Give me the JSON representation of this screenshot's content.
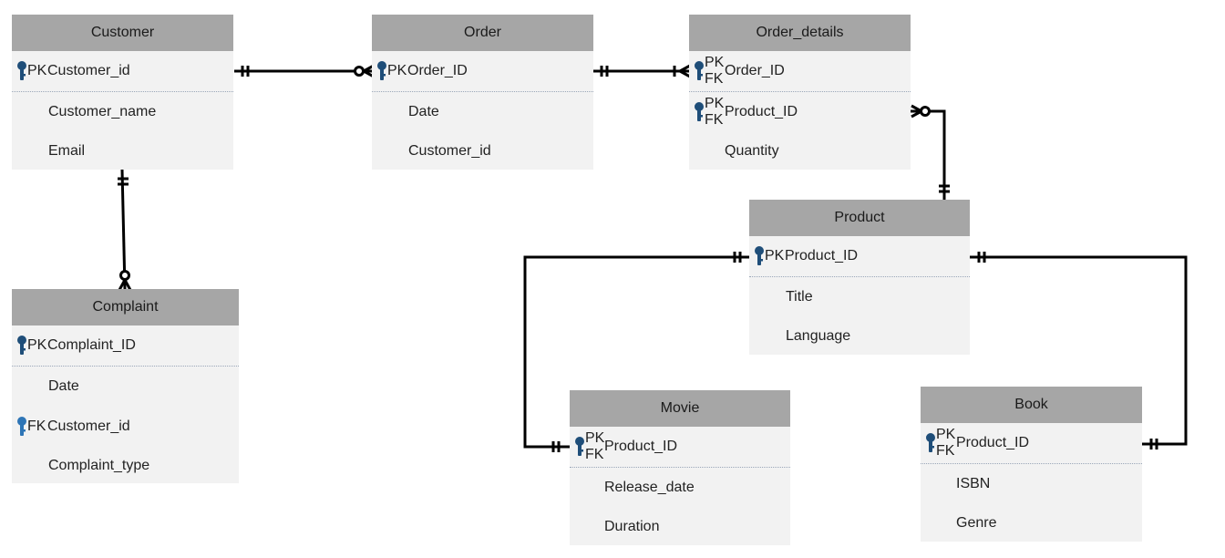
{
  "entities": {
    "customer": {
      "title": "Customer",
      "attrs": [
        {
          "key": "PK",
          "name": "Customer_id"
        },
        {
          "name": "Customer_name"
        },
        {
          "name": "Email"
        }
      ]
    },
    "order": {
      "title": "Order",
      "attrs": [
        {
          "key": "PK",
          "name": "Order_ID"
        },
        {
          "name": "Date"
        },
        {
          "name": "Customer_id"
        }
      ]
    },
    "order_details": {
      "title": "Order_details",
      "attrs": [
        {
          "key1": "PK",
          "key2": "FK",
          "name": "Order_ID"
        },
        {
          "key1": "PK",
          "key2": "FK",
          "name": "Product_ID"
        },
        {
          "name": "Quantity"
        }
      ]
    },
    "complaint": {
      "title": "Complaint",
      "attrs": [
        {
          "key": "PK",
          "name": "Complaint_ID"
        },
        {
          "name": "Date"
        },
        {
          "key": "FK",
          "name": "Customer_id"
        },
        {
          "name": "Complaint_type"
        }
      ]
    },
    "product": {
      "title": "Product",
      "attrs": [
        {
          "key": "PK",
          "name": "Product_ID"
        },
        {
          "name": "Title"
        },
        {
          "name": "Language"
        }
      ]
    },
    "movie": {
      "title": "Movie",
      "attrs": [
        {
          "key1": "PK",
          "key2": "FK",
          "name": "Product_ID"
        },
        {
          "name": "Release_date"
        },
        {
          "name": "Duration"
        }
      ]
    },
    "book": {
      "title": "Book",
      "attrs": [
        {
          "key1": "PK",
          "key2": "FK",
          "name": "Product_ID"
        },
        {
          "name": "ISBN"
        },
        {
          "name": "Genre"
        }
      ]
    }
  },
  "relationships": [
    {
      "from": "Customer",
      "to": "Order",
      "from_cardinality": "one-and-only-one",
      "to_cardinality": "zero-or-many"
    },
    {
      "from": "Order",
      "to": "Order_details",
      "from_cardinality": "one-and-only-one",
      "to_cardinality": "one-or-many"
    },
    {
      "from": "Product",
      "to": "Order_details",
      "from_cardinality": "one-and-only-one",
      "to_cardinality": "zero-or-many"
    },
    {
      "from": "Customer",
      "to": "Complaint",
      "from_cardinality": "one-and-only-one",
      "to_cardinality": "zero-or-many"
    },
    {
      "from": "Product",
      "to": "Movie",
      "from_cardinality": "one-and-only-one",
      "to_cardinality": "one-and-only-one"
    },
    {
      "from": "Product",
      "to": "Book",
      "from_cardinality": "one-and-only-one",
      "to_cardinality": "one-and-only-one"
    }
  ],
  "colors": {
    "header": "#a6a6a6",
    "body": "#f2f2f2",
    "key_icon": "#1f4e79",
    "fk_key_icon": "#2e75b6",
    "line": "#000000"
  }
}
